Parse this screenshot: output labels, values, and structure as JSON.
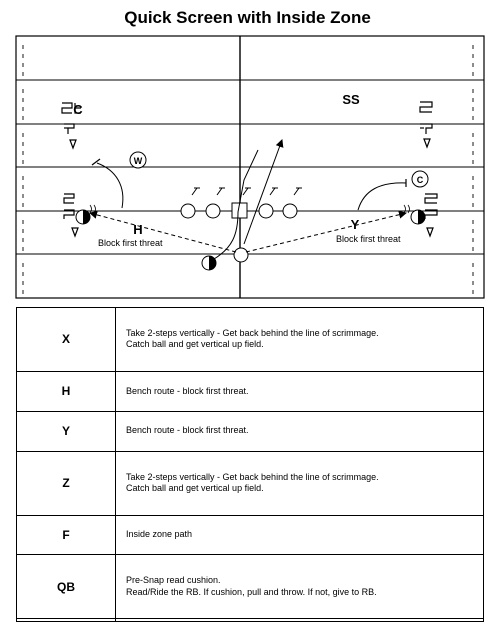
{
  "title": "Quick Screen with Inside Zone",
  "field": {
    "defense_labels": {
      "c_left": "C",
      "ss": "SS",
      "w": "W",
      "c_right": "C"
    },
    "offense_labels": {
      "h": "H",
      "y": "Y"
    },
    "notes": {
      "left_block": "Block first threat",
      "right_block": "Block first threat"
    }
  },
  "assignments": [
    {
      "position": "X",
      "line1": "Take 2-steps vertically - Get back behind the line of scrimmage.",
      "line2": "Catch ball and get vertical up field."
    },
    {
      "position": "H",
      "line1": "Bench route - block first threat.",
      "line2": ""
    },
    {
      "position": "Y",
      "line1": "Bench route - block first threat.",
      "line2": ""
    },
    {
      "position": "Z",
      "line1": "Take 2-steps vertically - Get back behind the line of scrimmage.",
      "line2": "Catch ball and get vertical up field."
    },
    {
      "position": "F",
      "line1": "Inside zone path",
      "line2": ""
    },
    {
      "position": "QB",
      "line1": "Pre-Snap read cushion.",
      "line2": "Read/Ride the RB. If cushion, pull and throw. If not, give to RB."
    },
    {
      "position": "",
      "line1": "",
      "line2": ""
    }
  ]
}
